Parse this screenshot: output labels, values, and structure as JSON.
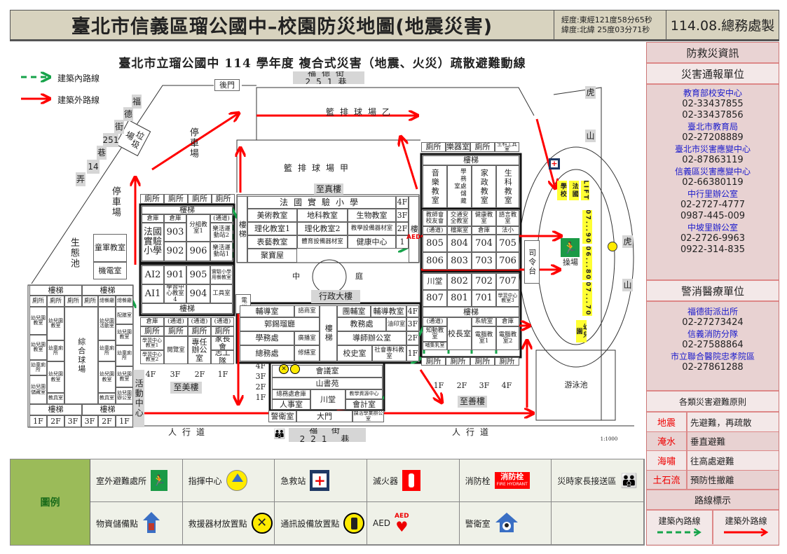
{
  "header": {
    "title": "臺北市信義區瑠公國中–校園防災地圖(地震災害)",
    "longitude": "經度:東經121度58分65秒",
    "latitude": "緯度:北緯 25度03分71秒",
    "made_by": "114.08.總務處製"
  },
  "subtitle": "臺北市立瑠公國中 114 學年度 複合式災害（地震、火災）疏散避難動線",
  "route_legend": {
    "inner": "建築內路線",
    "outer": "建築外路線"
  },
  "colors": {
    "inner_route": "#16a34a",
    "outer_route": "#ff0000",
    "panel": "#e8d2d2",
    "legend_title": "#9bbb59",
    "track_label": "#ffff33"
  },
  "map": {
    "block_a": [
      "廁所",
      "廁所",
      "廁所",
      "廁所",
      "樓梯",
      "倉庫",
      "倉庫",
      "(通道)",
      "法國實驗小學",
      "903",
      "902",
      "分組教室1",
      "906",
      "樂活運動站2",
      "樂活運動站1",
      "AI2",
      "AI1",
      "901",
      "學習中心教室4",
      "905",
      "904",
      "實驗小學用餐教室",
      "工具室",
      "樓梯"
    ],
    "block_b": [
      "倉庫",
      "(通道)",
      "(通道)",
      "(通道)",
      "廁所",
      "廁所",
      "廁所",
      "廁所",
      "學習中心教室1",
      "學習中心教室2",
      "閱覽室",
      "專任辦公室",
      "家長會",
      "志工隊",
      "4F",
      "3F",
      "2F",
      "1F",
      "至美樓"
    ],
    "kinder": [
      "樓梯",
      "樓梯",
      "廁所",
      "廁所",
      "廁所",
      "廁所",
      "總餐廳",
      "總餐廳",
      "幼兒園教室",
      "幼兒園教室",
      "幼童廁所",
      "幼兒園儲藏室",
      "幼兒園教室",
      "幼童廁所",
      "幼兒園教室",
      "教具室",
      "綜合球場",
      "幼兒園活動室",
      "幼童廁所",
      "幼兒園教室",
      "教具室",
      "配膳室",
      "幼兒園教室",
      "幼童廁所",
      "幼兒園教室",
      "幼兒園辦公室",
      "樓梯",
      "樓梯",
      "1F",
      "2F",
      "3F",
      "3F",
      "2F",
      "1F",
      "活動中心"
    ],
    "misc": [
      "垃圾場",
      "停車場",
      "停車場",
      "生態池",
      "童軍教室",
      "機電室",
      "後門",
      "福德街251巷",
      "福",
      "德",
      "街",
      "251",
      "巷",
      "14",
      "弄",
      "籃排球場乙",
      "籃排球場甲",
      "至真樓",
      "中",
      "庭",
      "行政大樓",
      "虎",
      "山",
      "虎",
      "山",
      "人行道",
      "人行道",
      "游泳池",
      "1:1000",
      "操場",
      "司令台"
    ],
    "zhizhen": [
      "樓梯",
      "法國實驗小學",
      "4F",
      "美術教室",
      "地科教室",
      "生物教室",
      "3F",
      "理化教室1",
      "理化教室2",
      "教學設備器材室",
      "2F",
      "表藝教室",
      "體育設備器材室",
      "健康中心",
      "1",
      "聚寶屋",
      "樓"
    ],
    "admin": [
      "電梯",
      "輔導室",
      "諮商室",
      "樓梯",
      "團輔室",
      "輔導教室",
      "4F",
      "郭錫瑠廳",
      "教務處",
      "油印室",
      "3F",
      "學務處",
      "廣播室",
      "導師辦公室",
      "2F",
      "總務處",
      "修繕室",
      "校史室",
      "社會專科教室",
      "1F",
      "4F",
      "3F",
      "2F",
      "1F",
      "會議室",
      "山書苑",
      "總務處倉庫",
      "人事室",
      "川堂",
      "教學資源中心",
      "會計室",
      "警衛室",
      "大門",
      "課活學業辦公室",
      "福 街 221 巷"
    ],
    "zhishan": [
      "廁所",
      "樂器室",
      "廁所",
      "生科工具室",
      "樓梯",
      "音樂教室",
      "學務處儲藏室",
      "家政教室",
      "生科教室",
      "教師會校友會",
      "交通安全教室",
      "健康教室",
      "語言教室",
      "(通道)",
      "檔案室",
      "倉庫",
      "法小",
      "805",
      "804",
      "704",
      "705",
      "806",
      "803",
      "703",
      "706",
      "川堂",
      "802",
      "702",
      "707",
      "807",
      "801",
      "701",
      "學習中心教室3",
      "樓梯",
      "(通道)",
      "知動教室",
      "哺集乳室",
      "校長室",
      "系統室",
      "倉庫",
      "電腦教室1",
      "電腦教室2",
      "廁所",
      "廁所",
      "廁所",
      "廁所",
      "1F",
      "2F",
      "3F",
      "4F",
      "至善樓"
    ],
    "track": [
      "學校",
      "法國",
      "LIFT",
      "907...901",
      "806...801",
      "707...701",
      "幼兒園"
    ]
  },
  "panel": {
    "title": "防救災資訊",
    "report_title": "災害通報單位",
    "report": [
      {
        "org": "教育部校安中心",
        "phones": [
          "02-33437855",
          "02-33437856"
        ]
      },
      {
        "org": "臺北市教育局",
        "phones": [
          "02-27208889"
        ]
      },
      {
        "org": "臺北市災害應變中心",
        "phones": [
          "02-87863119"
        ]
      },
      {
        "org": "信義區災害應變中心",
        "phones": [
          "02-66380119"
        ]
      },
      {
        "org": "中行里辦公室",
        "phones": [
          "02-2727-4777",
          "0987-445-009"
        ]
      },
      {
        "org": "中坡里辦公室",
        "phones": [
          "02-2726-9963",
          "0922-314-835"
        ]
      }
    ],
    "emergency_title": "警消醫療單位",
    "emergency": [
      {
        "org": "福德街派出所",
        "phones": [
          "02-27273424"
        ]
      },
      {
        "org": "信義消防分隊",
        "phones": [
          "02-27588864"
        ]
      },
      {
        "org": "市立聯合醫院忠孝院區",
        "phones": [
          "02-27861288"
        ]
      }
    ],
    "principles_title": "各類災害避難原則",
    "principles": [
      {
        "hazard": "地震",
        "action": "先避難，再疏散"
      },
      {
        "hazard": "淹水",
        "action": "垂直避難"
      },
      {
        "hazard": "海嘯",
        "action": "往高處避難"
      },
      {
        "hazard": "土石流",
        "action": "預防性撤離"
      }
    ],
    "routes_title": "路線標示",
    "route_inner": "建築內路線",
    "route_outer": "建築外路線"
  },
  "legend": {
    "title": "圖例",
    "items": [
      {
        "label": "室外避難處所",
        "icon": "outdoor-shelter-icon"
      },
      {
        "label": "指揮中心",
        "icon": "command-center-icon"
      },
      {
        "label": "急救站",
        "icon": "first-aid-icon"
      },
      {
        "label": "滅火器",
        "icon": "fire-extinguisher-icon"
      },
      {
        "label": "消防栓",
        "icon": "fire-hydrant-icon",
        "icon_text": "消防栓",
        "icon_sub": "FIRE HYDRANT"
      },
      {
        "label": "災時家長接送區",
        "icon": "parent-pickup-icon"
      },
      {
        "label": "物資儲備點",
        "icon": "supply-storage-icon"
      },
      {
        "label": "救援器材放置點",
        "icon": "rescue-equipment-icon"
      },
      {
        "label": "通訊設備放置點",
        "icon": "communication-device-icon"
      },
      {
        "label": "AED",
        "icon": "aed-icon"
      },
      {
        "label": "警衛室",
        "icon": "guard-room-icon"
      }
    ]
  }
}
